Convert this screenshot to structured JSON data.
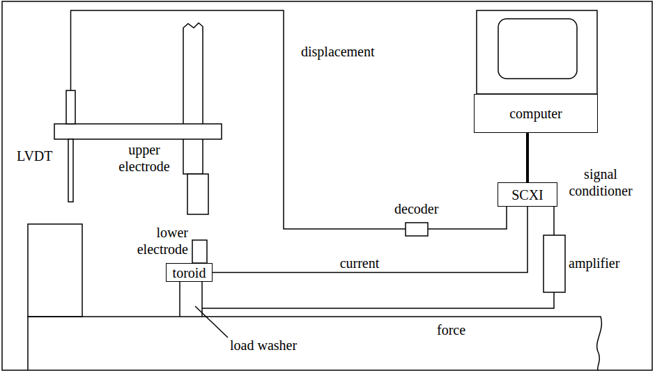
{
  "diagram": {
    "nodes": [
      {
        "text": [
          "computer"
        ]
      },
      {
        "text": [
          "SCXI"
        ]
      },
      {
        "text": [
          "toroid"
        ]
      }
    ],
    "edges": [
      {
        "from": 0,
        "to": 1,
        "arrow": "none"
      },
      {
        "from": 2,
        "to": 1,
        "label": "current",
        "arrow": "none"
      }
    ],
    "labels": [
      "LVDT",
      "upper electrode",
      "displacement",
      "signal conditioner",
      "decoder",
      "amplifier",
      "lower electrode",
      "force",
      "load washer"
    ]
  }
}
